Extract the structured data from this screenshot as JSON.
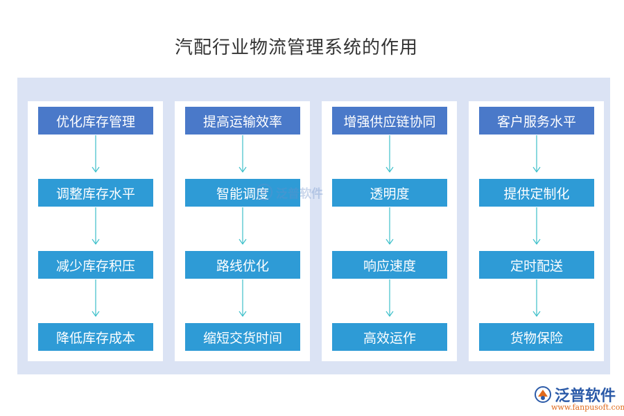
{
  "title": "汽配行业物流管理系统的作用",
  "columns": [
    {
      "header": "优化库存管理",
      "steps": [
        "调整库存水平",
        "减少库存积压",
        "降低库存成本"
      ]
    },
    {
      "header": "提高运输效率",
      "steps": [
        "智能调度",
        "路线优化",
        "缩短交货时间"
      ]
    },
    {
      "header": "增强供应链协同",
      "steps": [
        "透明度",
        "响应速度",
        "高效运作"
      ]
    },
    {
      "header": "客户服务水平",
      "steps": [
        "提供定制化",
        "定时配送",
        "货物保险"
      ]
    }
  ],
  "watermark": {
    "text": "泛普软件"
  },
  "logo": {
    "name": "泛普软件",
    "url": "www.fanpusoft.com"
  },
  "colors": {
    "header": "#4a79c9",
    "step": "#2e9bd6",
    "panel": "#dbe3f4",
    "arrow": "#3bbfc9"
  }
}
